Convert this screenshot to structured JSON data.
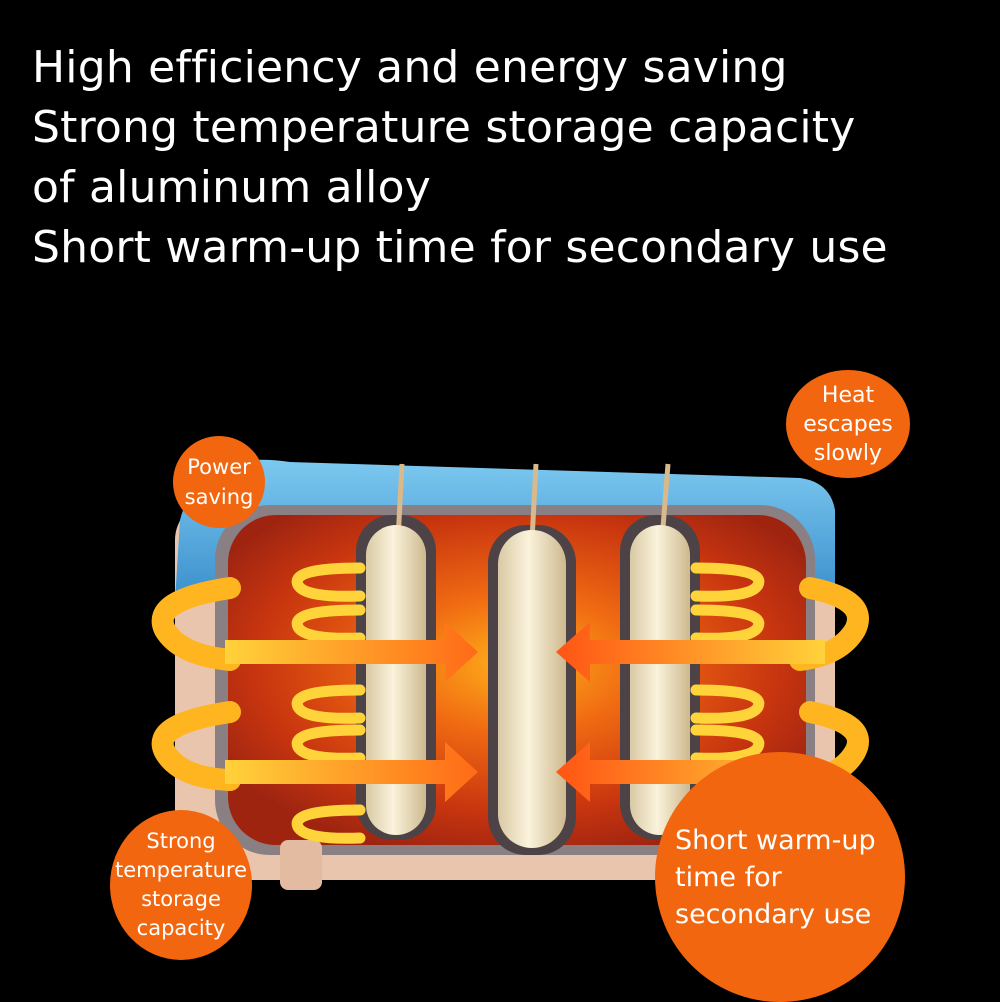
{
  "headline": {
    "line1": "High efficiency and energy saving",
    "line2": "Strong temperature storage capacity",
    "line3": "of aluminum alloy",
    "line4": "Short warm-up time for secondary use"
  },
  "callouts": {
    "power_saving": [
      "Power",
      "saving"
    ],
    "heat_escapes": [
      "Heat",
      "escapes",
      "slowly"
    ],
    "storage": [
      "Strong",
      "temperature",
      "storage",
      "capacity"
    ],
    "warm_up": [
      "Short warm-up",
      "time for",
      "secondary use"
    ]
  },
  "colors": {
    "background": "#000000",
    "callout": "#f1660f",
    "device_shell": "#4aa9e0",
    "inner_heat": "#c5330f",
    "arrow": "#ff9a1a"
  }
}
